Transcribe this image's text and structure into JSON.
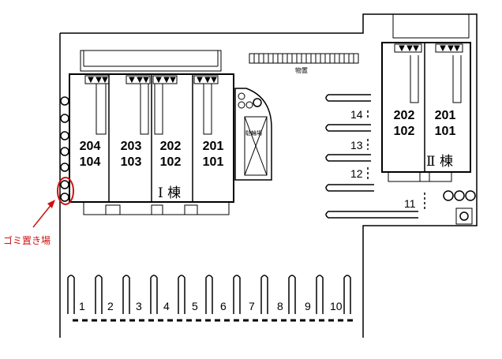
{
  "building1": {
    "name": "Ⅰ 棟",
    "units": [
      {
        "top": "204",
        "bottom": "104"
      },
      {
        "top": "203",
        "bottom": "103"
      },
      {
        "top": "202",
        "bottom": "102"
      },
      {
        "top": "201",
        "bottom": "101"
      }
    ]
  },
  "building2": {
    "name": "Ⅱ 棟",
    "units": [
      {
        "top": "202",
        "bottom": "102"
      },
      {
        "top": "201",
        "bottom": "101"
      }
    ]
  },
  "labels": {
    "storage": "物置",
    "bike_parking": "駐輪場",
    "garbage": "ゴミ置き場"
  },
  "parking_right": [
    "14",
    "13",
    "12",
    "11"
  ],
  "parking_bottom": [
    "1",
    "2",
    "3",
    "4",
    "5",
    "6",
    "7",
    "8",
    "9",
    "10"
  ],
  "colors": {
    "line": "#000000",
    "marker": "#d01010"
  }
}
